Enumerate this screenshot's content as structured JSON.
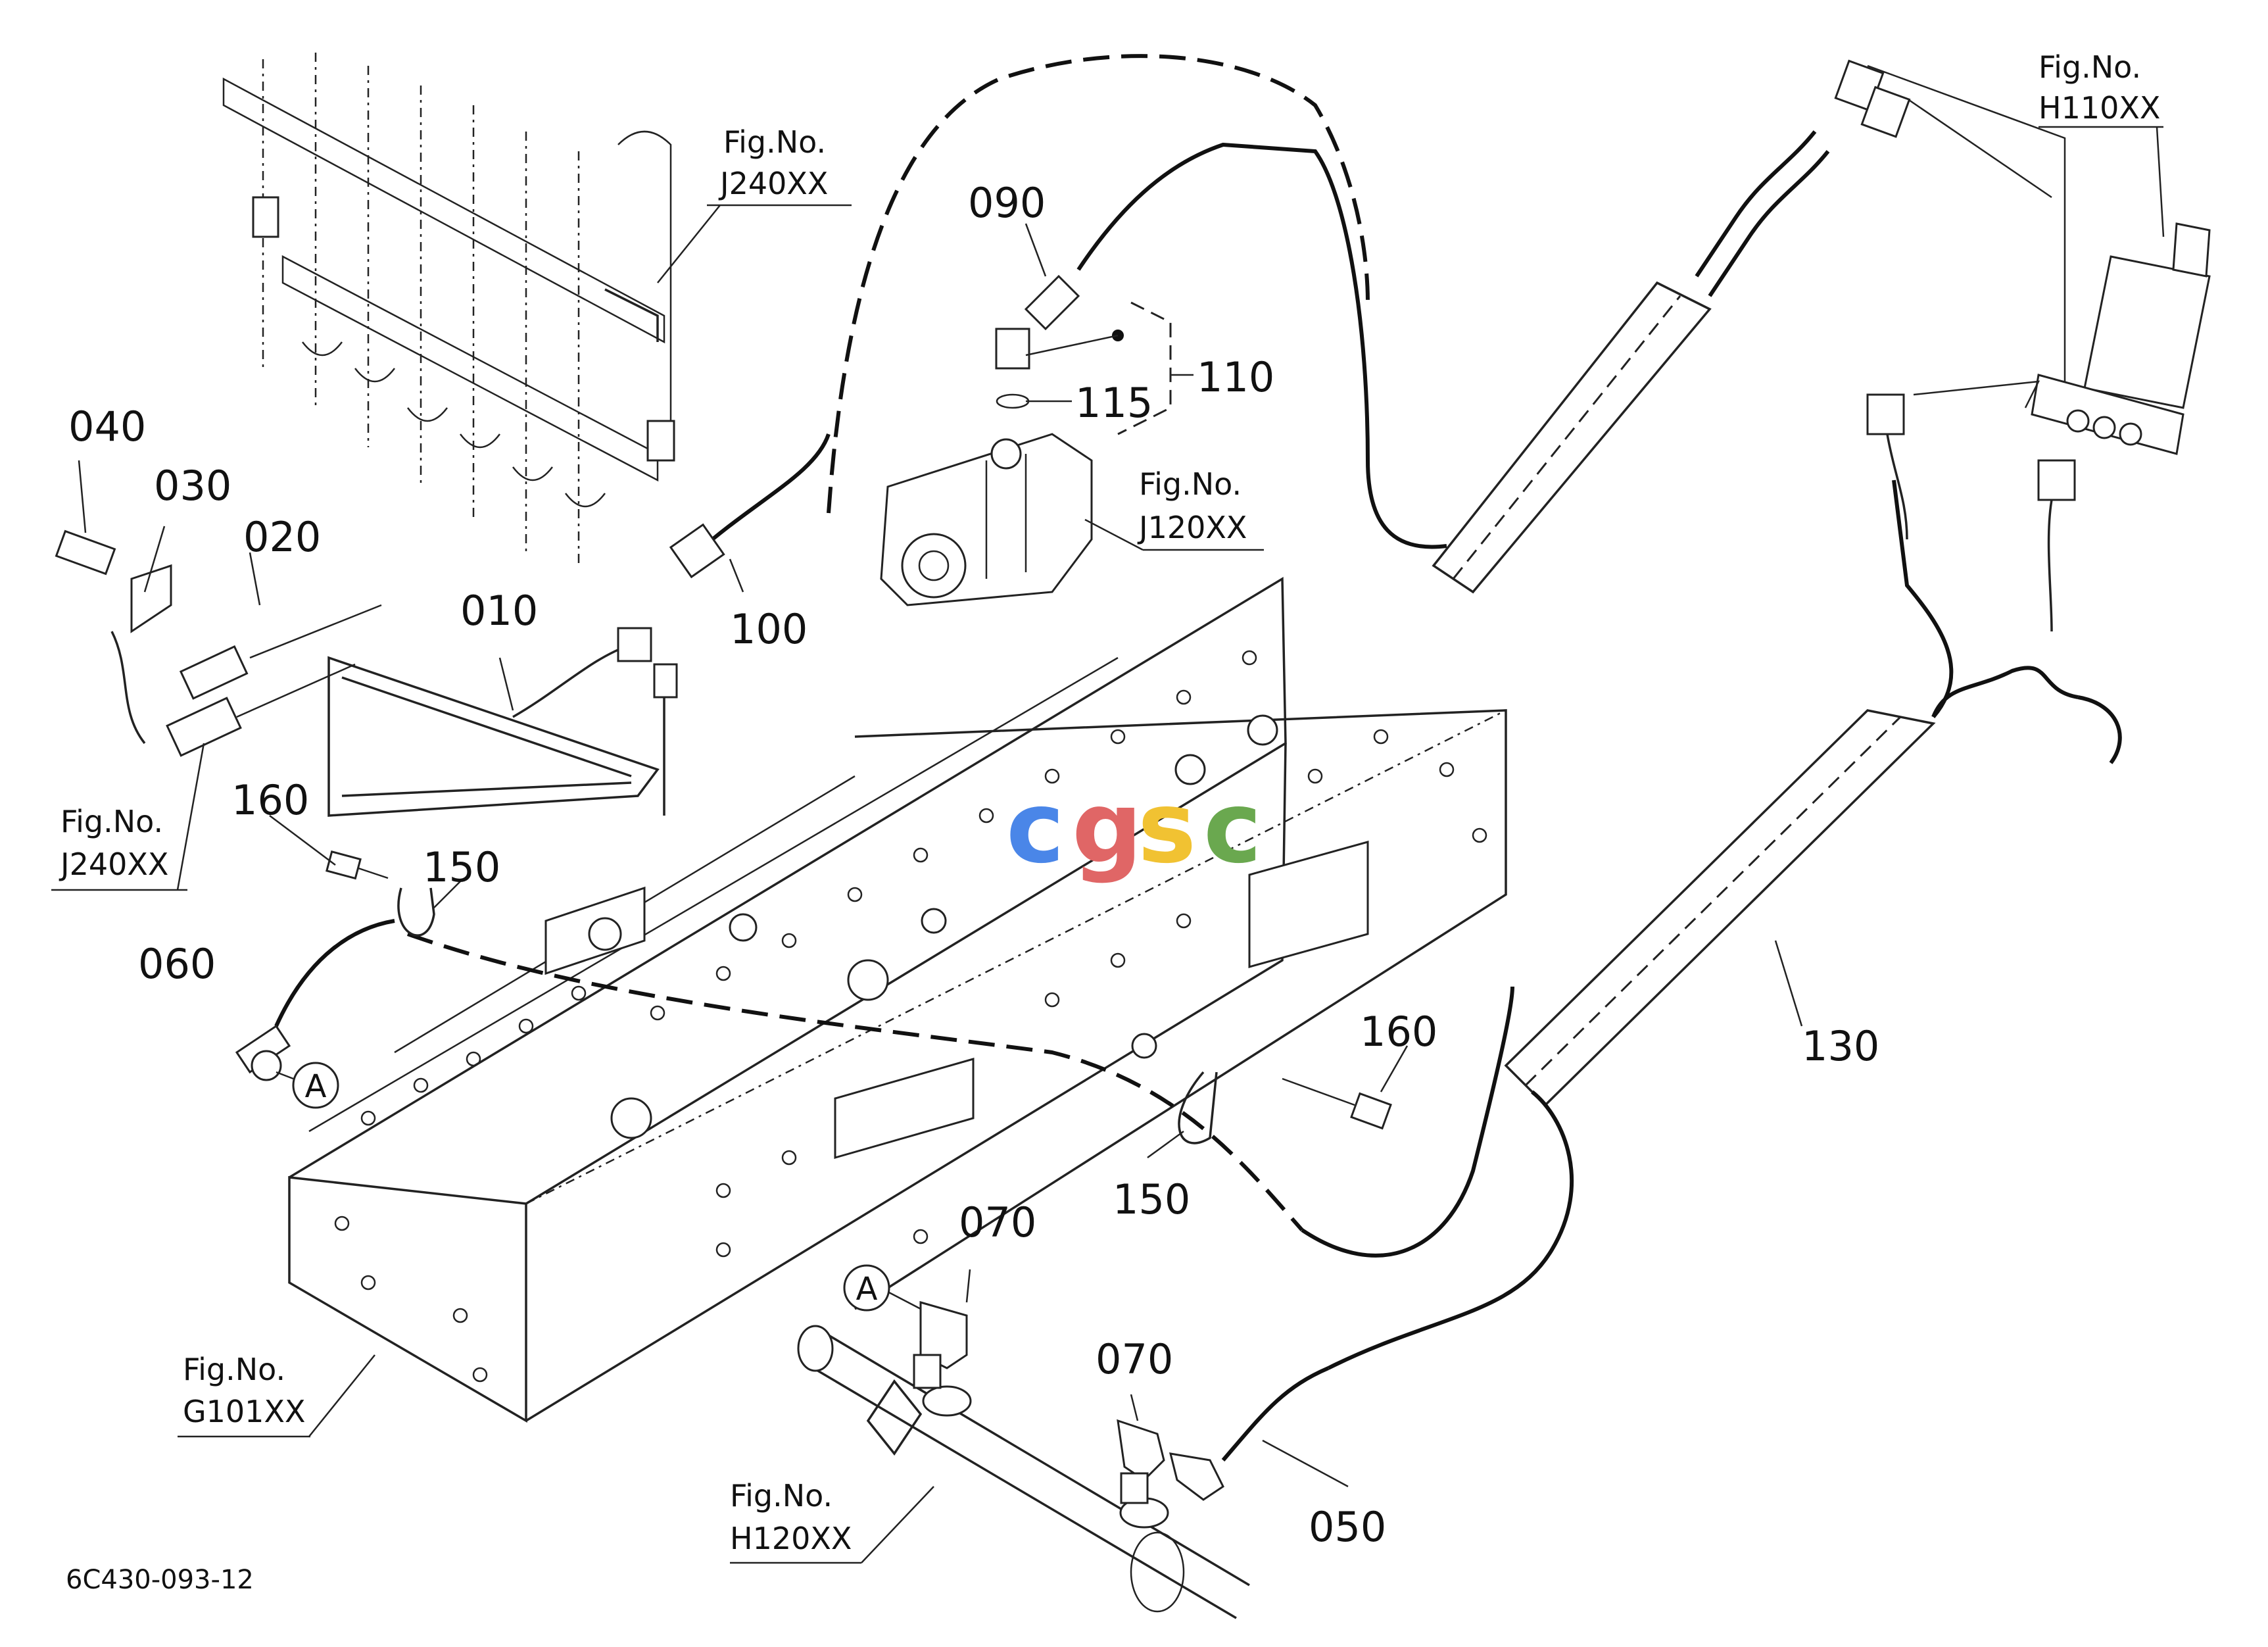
{
  "callouts": {
    "c010": "010",
    "c020": "020",
    "c030": "030",
    "c040": "040",
    "c050": "050",
    "c060": "060",
    "c070a": "070",
    "c070b": "070",
    "c090": "090",
    "c100": "100",
    "c110": "110",
    "c115": "115",
    "c130": "130",
    "c150a": "150",
    "c150b": "150",
    "c160a": "160",
    "c160b": "160",
    "markerA1": "A",
    "markerA2": "A"
  },
  "fig_refs": {
    "j240_top": {
      "label": "Fig.No.",
      "code": "J240XX"
    },
    "j240_left": {
      "label": "Fig.No.",
      "code": "J240XX"
    },
    "j120": {
      "label": "Fig.No.",
      "code": "J120XX"
    },
    "h110": {
      "label": "Fig.No.",
      "code": "H110XX"
    },
    "g101": {
      "label": "Fig.No.",
      "code": "G101XX"
    },
    "h120": {
      "label": "Fig.No.",
      "code": "H120XX"
    }
  },
  "drawing_code": "6C430-093-12",
  "watermark": {
    "letters": [
      "c",
      "g",
      "s",
      "c"
    ],
    "colors": [
      "#4a86e8",
      "#e06666",
      "#f1c232",
      "#6aa84f"
    ]
  }
}
